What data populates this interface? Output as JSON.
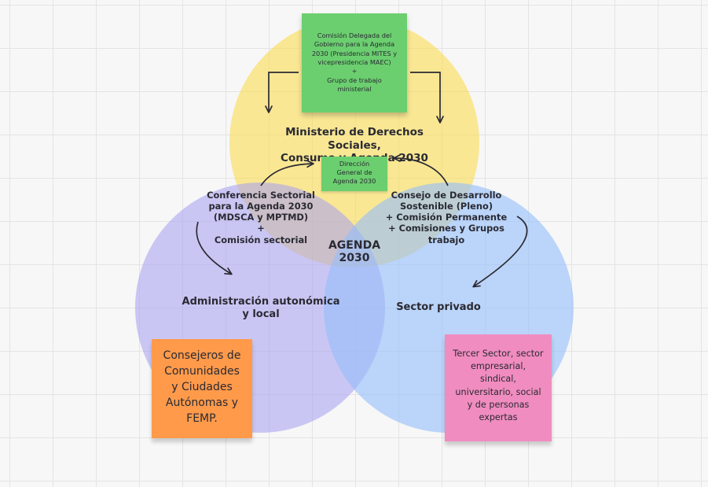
{
  "circles": {
    "top_color": "#fadc50",
    "left_color": "#a8a2f0",
    "right_color": "#96befa"
  },
  "labels": {
    "ministry": "Ministerio de Derechos Sociales,\nConsumo y Agenda 2030",
    "conference": "Conferencia Sectorial\npara la Agenda 2030\n(MDSCA y MPTMD)\n+\nComisión sectorial",
    "council": "Consejo de Desarrollo\nSostenible (Pleno)\n+ Comisión Permanente\n+ Comisiones y Grupos\ntrabajo",
    "center": "AGENDA\n2030",
    "regional_admin": "Administración autonómica\ny local",
    "private_sector": "Sector privado"
  },
  "notes": {
    "comision": {
      "text": "Comisión Delegada del\nGobierno para la Agenda\n2030 (Presidencia MITES y\nvicepresidencia MAEC)\n+\nGrupo de trabajo\nministerial",
      "color": "#6bcf6f"
    },
    "direccion": {
      "text": "Dirección\nGeneral de\nAgenda 2030",
      "color": "#6bcf6f"
    },
    "consejeros": {
      "text": "Consejeros de\nComunidades\ny Ciudades\nAutónomas y\nFEMP.",
      "color": "#ff9a4a"
    },
    "tercer_sector": {
      "text": "Tercer Sector, sector\nempresarial,\nsindical,\nuniversitario, social\ny de personas\nexpertas",
      "color": "#f08cc0"
    }
  }
}
